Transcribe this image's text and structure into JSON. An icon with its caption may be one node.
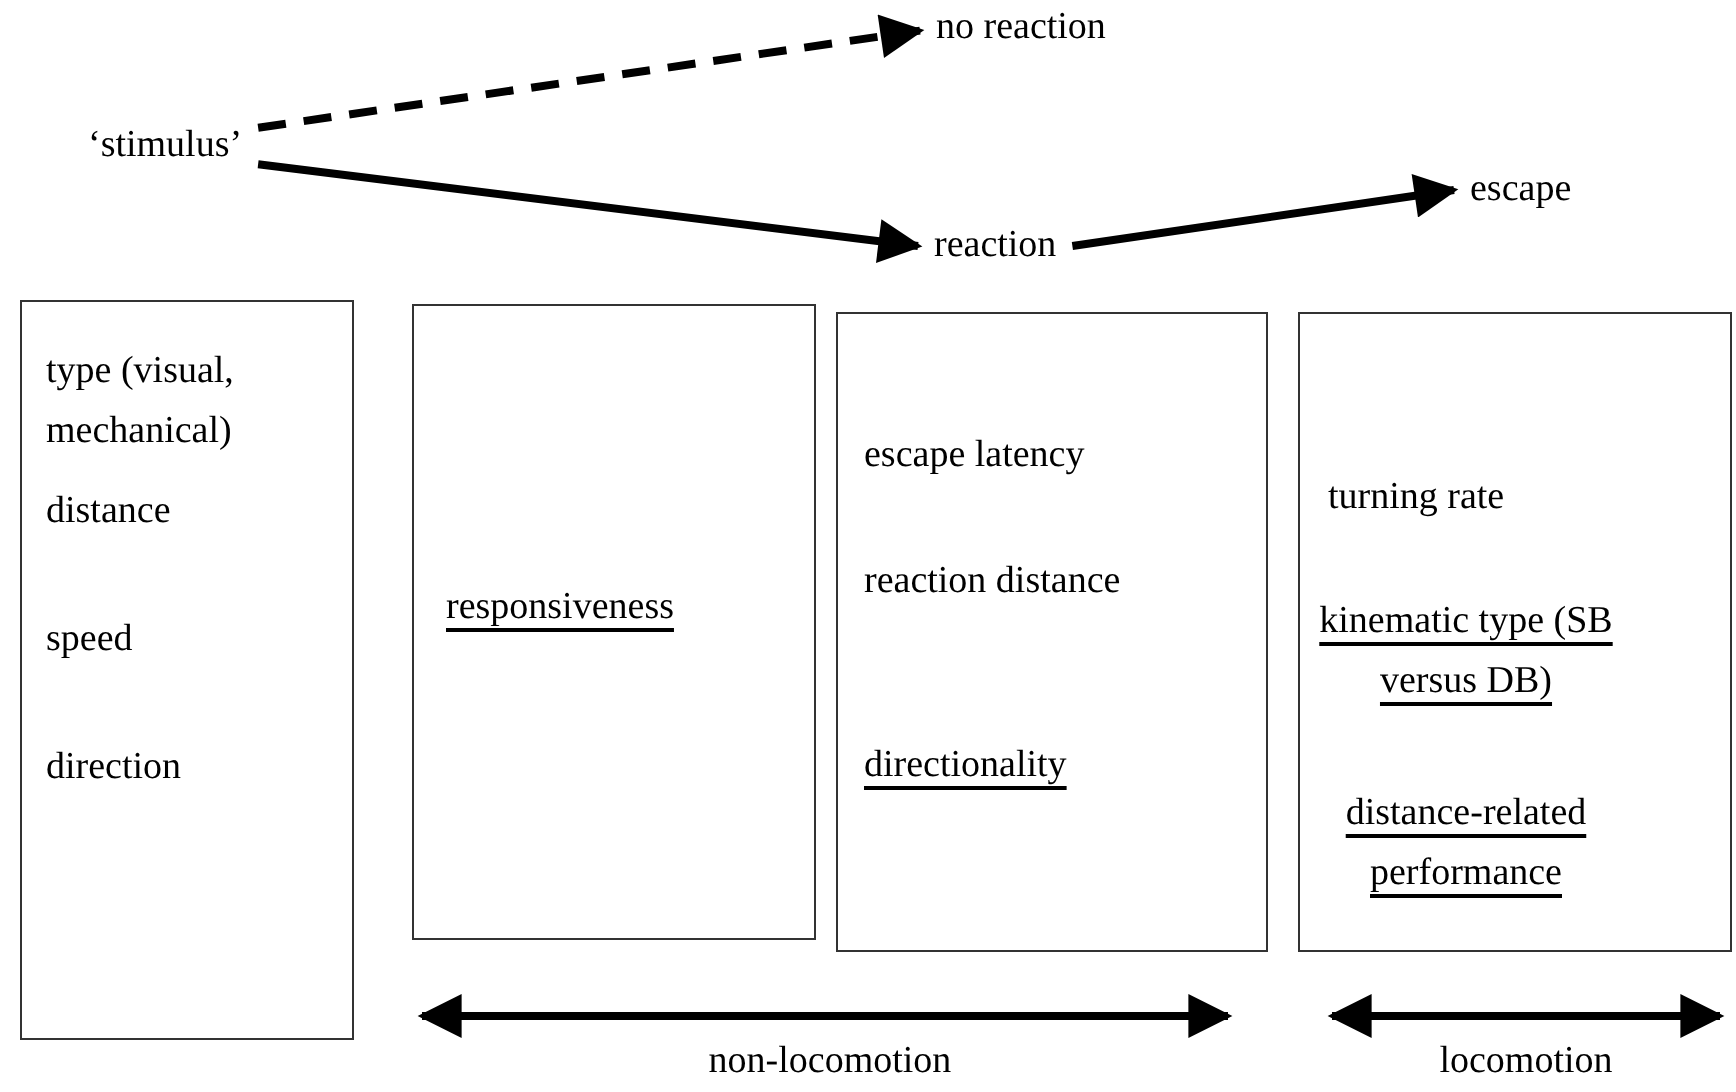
{
  "diagram": {
    "nodes": [
      {
        "text": [
          "‘stimulus’"
        ]
      },
      {
        "text": [
          "no reaction"
        ]
      },
      {
        "text": [
          "reaction"
        ]
      },
      {
        "text": [
          "escape"
        ]
      },
      {
        "text": [
          "type (visual, mechanical)",
          "distance",
          "speed",
          "direction"
        ]
      },
      {
        "text": [
          "responsiveness"
        ]
      },
      {
        "text": [
          "escape latency",
          "reaction distance",
          "directionality"
        ]
      },
      {
        "text": [
          "turning rate",
          "kinematic type (SB versus DB)",
          "distance-related performance"
        ]
      }
    ],
    "edges": [
      {
        "from": 0,
        "to": 1,
        "arrow": "to",
        "style": "dashed"
      },
      {
        "from": 0,
        "to": 2,
        "arrow": "to"
      },
      {
        "from": 2,
        "to": 3,
        "arrow": "to"
      }
    ],
    "labels": [
      "non-locomotion",
      "locomotion"
    ]
  }
}
